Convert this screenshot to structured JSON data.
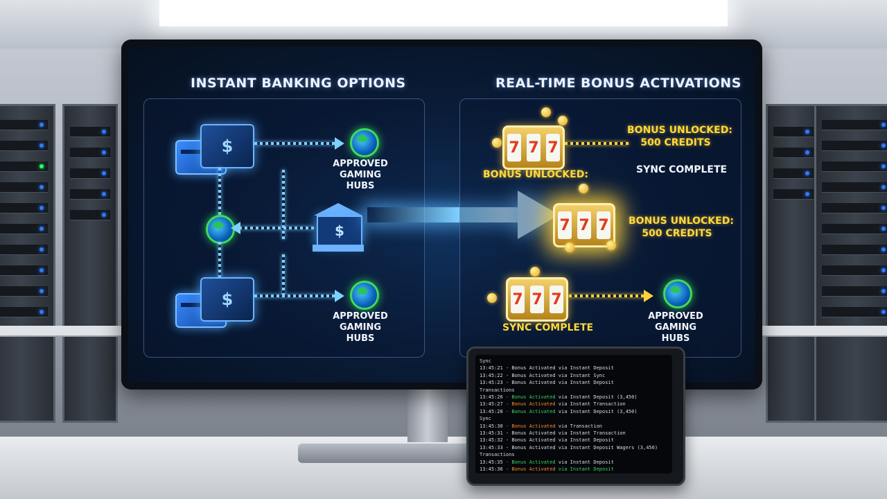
{
  "banking": {
    "heading": "INSTANT BANKING OPTIONS",
    "hub_top_line1": "APPROVED",
    "hub_top_line2": "GAMING HUBS",
    "hub_bottom_line1": "APPROVED",
    "hub_bottom_line2": "GAMING HUBS",
    "currency_symbol": "$"
  },
  "bonus": {
    "heading": "REAL-TIME BONUS ACTIVATIONS",
    "top_unlocked_line1": "BONUS UNLOCKED:",
    "top_unlocked_line2": "500 CREDITS",
    "top_slot_label": "BONUS UNLOCKED:",
    "top_sync": "SYNC COMPLETE",
    "mid_unlocked_line1": "BONUS UNLOCKED:",
    "mid_unlocked_line2": "500 CREDITS",
    "bottom_sync": "SYNC COMPLETE",
    "hub_line1": "APPROVED",
    "hub_line2": "GAMING HUBS",
    "reel_symbol": "7"
  },
  "tablet_log": [
    {
      "ts": "Sync",
      "parts": []
    },
    {
      "ts": "13:45:21",
      "parts": [
        {
          "t": " - Bonus Activated via Instant Deposit",
          "c": ""
        }
      ]
    },
    {
      "ts": "13:45:22",
      "parts": [
        {
          "t": " - Bonus Activated via Instant Sync",
          "c": ""
        }
      ]
    },
    {
      "ts": "13:45:23",
      "parts": [
        {
          "t": " - Bonus Activated via Instant Deposit",
          "c": ""
        }
      ]
    },
    {
      "ts": "Transactions",
      "parts": []
    },
    {
      "ts": "13:45:26",
      "parts": [
        {
          "t": " - Bonus Activated",
          "c": "g"
        },
        {
          "t": " via Instant Deposit (3,450)",
          "c": ""
        }
      ]
    },
    {
      "ts": "13:45:27",
      "parts": [
        {
          "t": " - Bonus Activated",
          "c": "o"
        },
        {
          "t": " via Instant Transaction",
          "c": ""
        }
      ]
    },
    {
      "ts": "13:45:28",
      "parts": [
        {
          "t": " - Bonus Activated",
          "c": "g"
        },
        {
          "t": " via Instant Deposit (3,450)",
          "c": ""
        }
      ]
    },
    {
      "ts": "Sync",
      "parts": []
    },
    {
      "ts": "13:45:30",
      "parts": [
        {
          "t": " - Bonus Activated",
          "c": "o"
        },
        {
          "t": " via Transaction",
          "c": ""
        }
      ]
    },
    {
      "ts": "13:45:31",
      "parts": [
        {
          "t": " - Bonus Activated via Instant Transaction",
          "c": ""
        }
      ]
    },
    {
      "ts": "13:45:32",
      "parts": [
        {
          "t": " - Bonus Activated via Instant Deposit",
          "c": ""
        }
      ]
    },
    {
      "ts": "13:45:33",
      "parts": [
        {
          "t": " - Bonus Activated via Instant Deposit Wagers (3,450)",
          "c": ""
        }
      ]
    },
    {
      "ts": "Transactions",
      "parts": []
    },
    {
      "ts": "13:45:35",
      "parts": [
        {
          "t": " - Bonus Activated",
          "c": "g"
        },
        {
          "t": " via Instant Deposit",
          "c": ""
        }
      ]
    },
    {
      "ts": "13:45:36",
      "parts": [
        {
          "t": " - Bonus Activated",
          "c": "o"
        },
        {
          "t": " via Instant Deposit",
          "c": "g"
        }
      ]
    }
  ],
  "colors": {
    "accent_blue": "#7fd0ff",
    "accent_gold": "#ffd93a",
    "log_green": "#3bd46a",
    "log_orange": "#ff8a2b"
  }
}
